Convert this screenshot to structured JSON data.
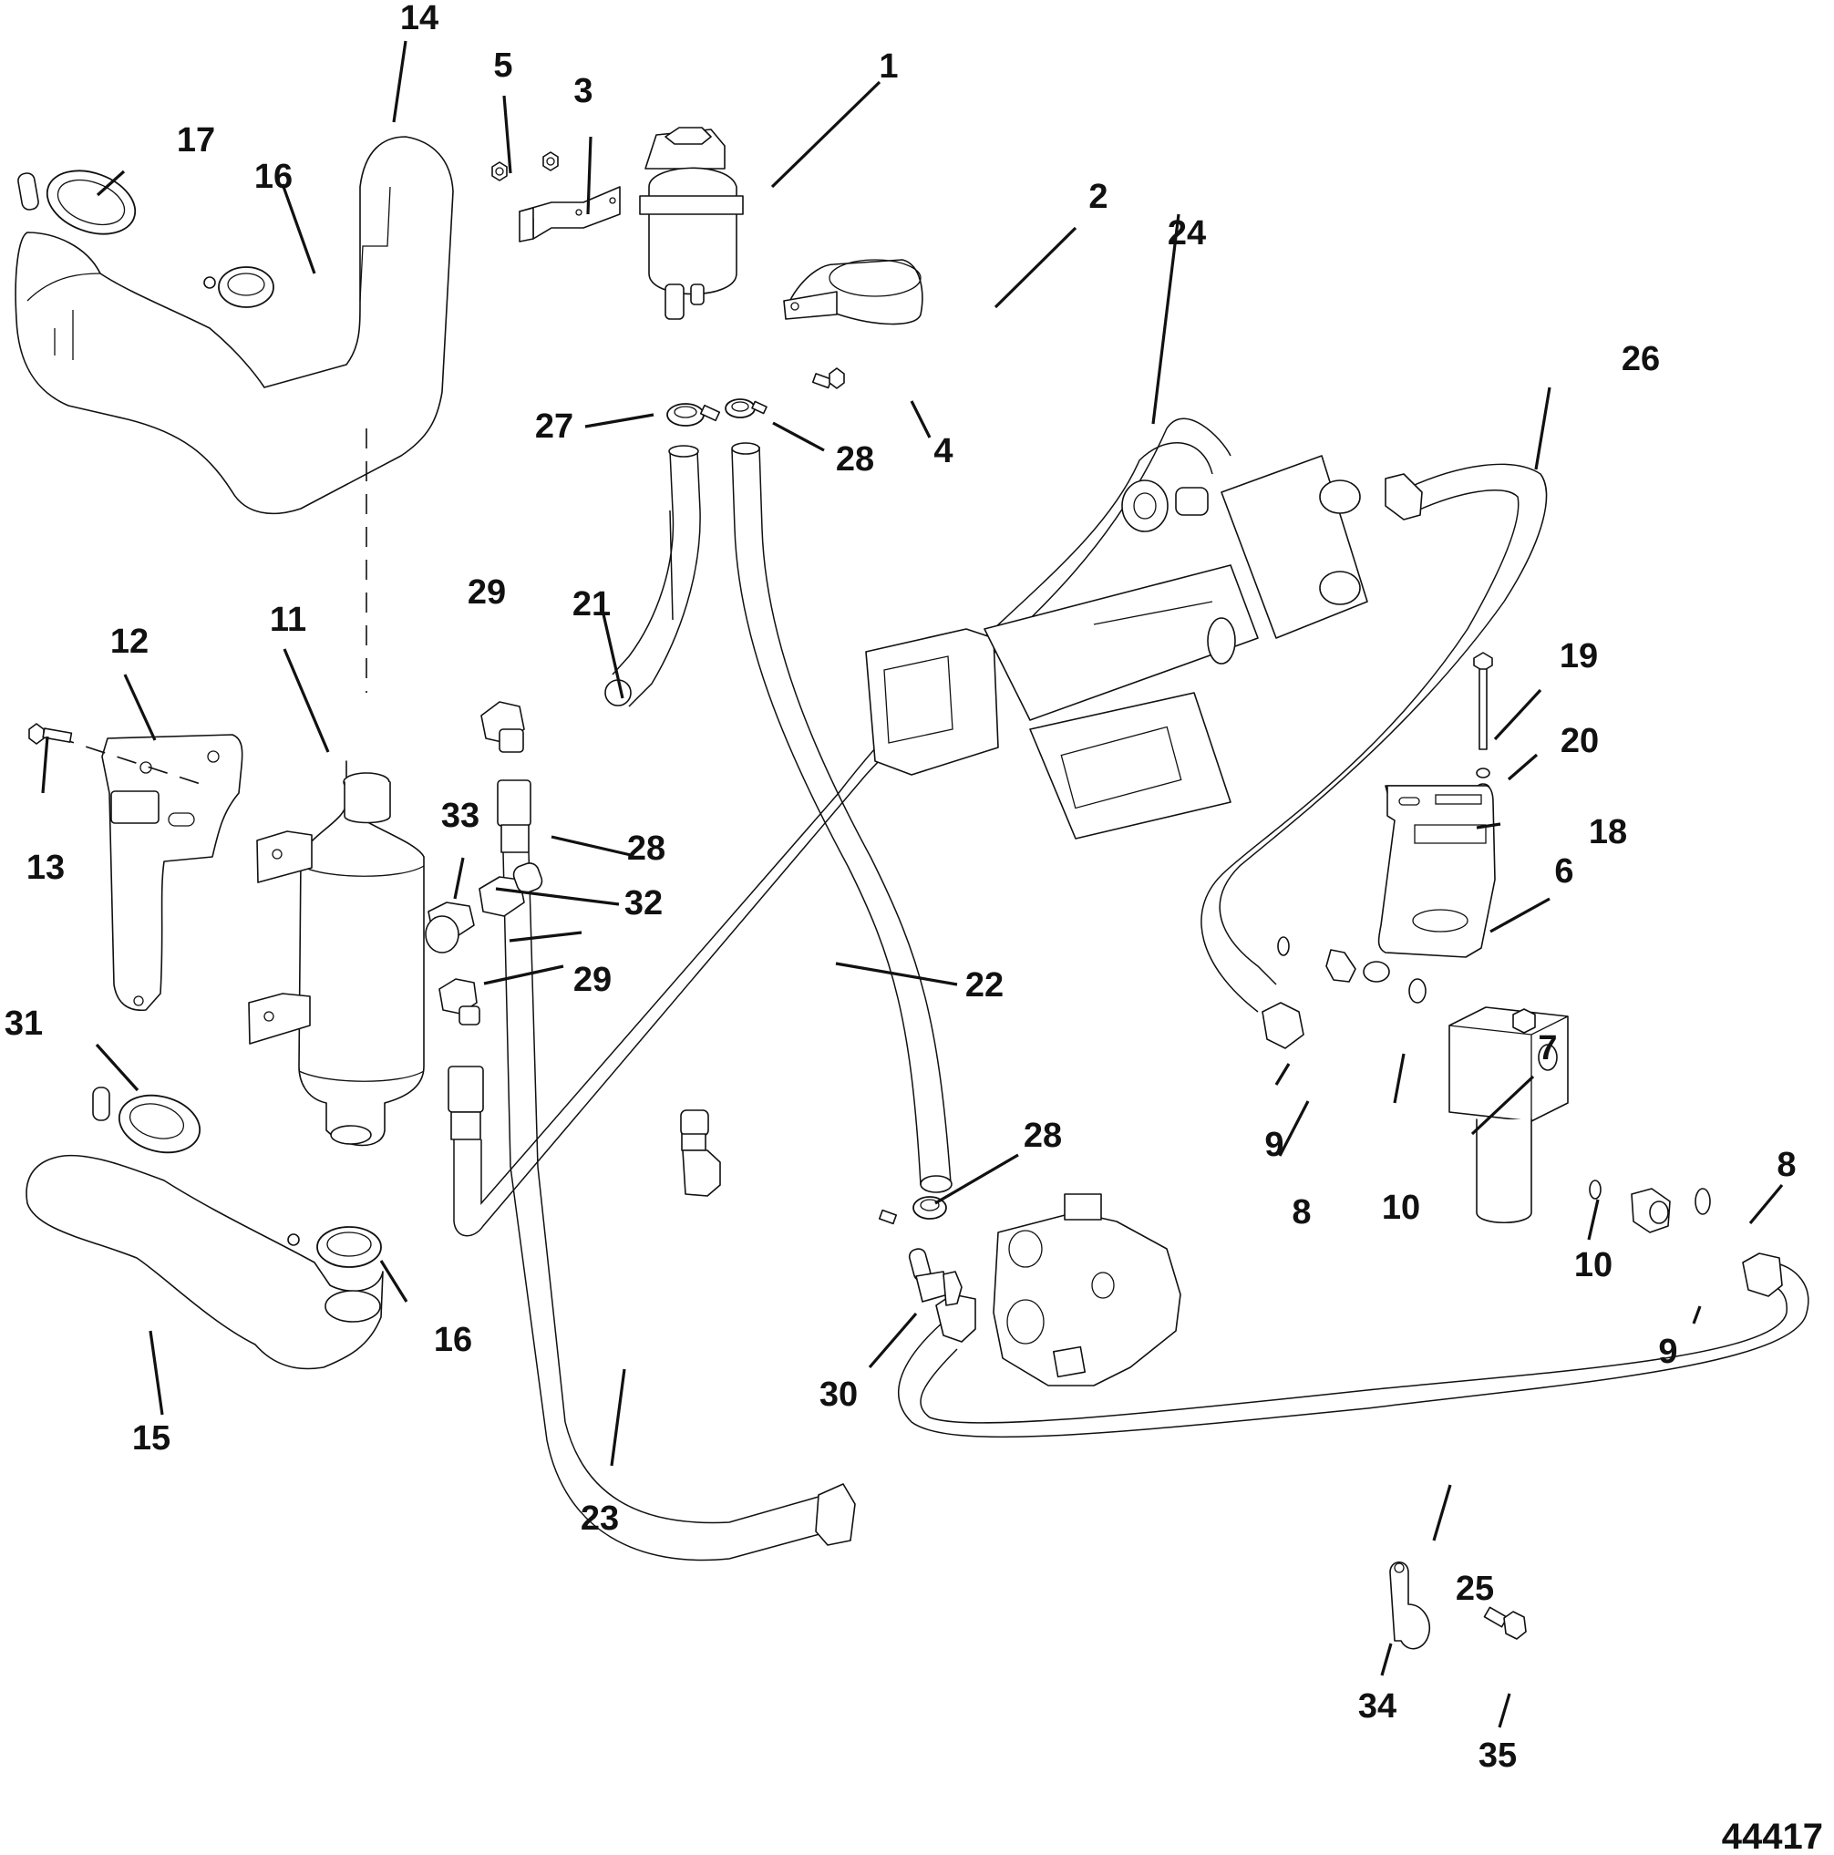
{
  "diagram": {
    "type": "exploded-parts-diagram",
    "subject": "Power steering / hydraulic system hoses, cooler, reservoir, pump and valve assembly",
    "figure_number": "44417",
    "callouts": [
      {
        "id": "c1",
        "label": "1",
        "part": "reservoir"
      },
      {
        "id": "c2",
        "label": "2",
        "part": "reservoir-strap-bracket"
      },
      {
        "id": "c3",
        "label": "3",
        "part": "mounting-bracket"
      },
      {
        "id": "c4",
        "label": "4",
        "part": "screw"
      },
      {
        "id": "c5",
        "label": "5",
        "part": "nut"
      },
      {
        "id": "c6",
        "label": "6",
        "part": "filter-mounting-bracket"
      },
      {
        "id": "c7",
        "label": "7",
        "part": "filter-assembly"
      },
      {
        "id": "c8a",
        "label": "8",
        "part": "fitting"
      },
      {
        "id": "c8b",
        "label": "8",
        "part": "fitting"
      },
      {
        "id": "c9a",
        "label": "9",
        "part": "o-ring"
      },
      {
        "id": "c9b",
        "label": "9",
        "part": "o-ring"
      },
      {
        "id": "c10a",
        "label": "10",
        "part": "o-ring"
      },
      {
        "id": "c10b",
        "label": "10",
        "part": "o-ring"
      },
      {
        "id": "c11",
        "label": "11",
        "part": "fluid-cooler"
      },
      {
        "id": "c12",
        "label": "12",
        "part": "cooler-bracket"
      },
      {
        "id": "c13",
        "label": "13",
        "part": "screw"
      },
      {
        "id": "c14",
        "label": "14",
        "part": "water-hose-upper"
      },
      {
        "id": "c15",
        "label": "15",
        "part": "water-hose-lower"
      },
      {
        "id": "c16a",
        "label": "16",
        "part": "hose-clamp"
      },
      {
        "id": "c16b",
        "label": "16",
        "part": "hose-clamp"
      },
      {
        "id": "c17",
        "label": "17",
        "part": "hose-clamp"
      },
      {
        "id": "c18",
        "label": "18",
        "part": "washer"
      },
      {
        "id": "c19",
        "label": "19",
        "part": "bolt"
      },
      {
        "id": "c20",
        "label": "20",
        "part": "lockwasher"
      },
      {
        "id": "c21",
        "label": "21",
        "part": "hose"
      },
      {
        "id": "c22",
        "label": "22",
        "part": "hose"
      },
      {
        "id": "c23",
        "label": "23",
        "part": "hose"
      },
      {
        "id": "c24",
        "label": "24",
        "part": "hose"
      },
      {
        "id": "c25",
        "label": "25",
        "part": "hose"
      },
      {
        "id": "c26",
        "label": "26",
        "part": "hose"
      },
      {
        "id": "c27",
        "label": "27",
        "part": "hose-clamp"
      },
      {
        "id": "c28a",
        "label": "28",
        "part": "hose-clamp"
      },
      {
        "id": "c28b",
        "label": "28",
        "part": "hose-clamp"
      },
      {
        "id": "c28c",
        "label": "28",
        "part": "hose-clamp"
      },
      {
        "id": "c29a",
        "label": "29",
        "part": "elbow-fitting"
      },
      {
        "id": "c29b",
        "label": "29",
        "part": "elbow-fitting"
      },
      {
        "id": "c30",
        "label": "30",
        "part": "elbow-fitting"
      },
      {
        "id": "c31",
        "label": "31",
        "part": "hose-clamp"
      },
      {
        "id": "c32",
        "label": "32",
        "part": "fitting"
      },
      {
        "id": "c33",
        "label": "33",
        "part": "plug"
      },
      {
        "id": "c34",
        "label": "34",
        "part": "hose-clip"
      },
      {
        "id": "c35",
        "label": "35",
        "part": "screw"
      }
    ]
  }
}
